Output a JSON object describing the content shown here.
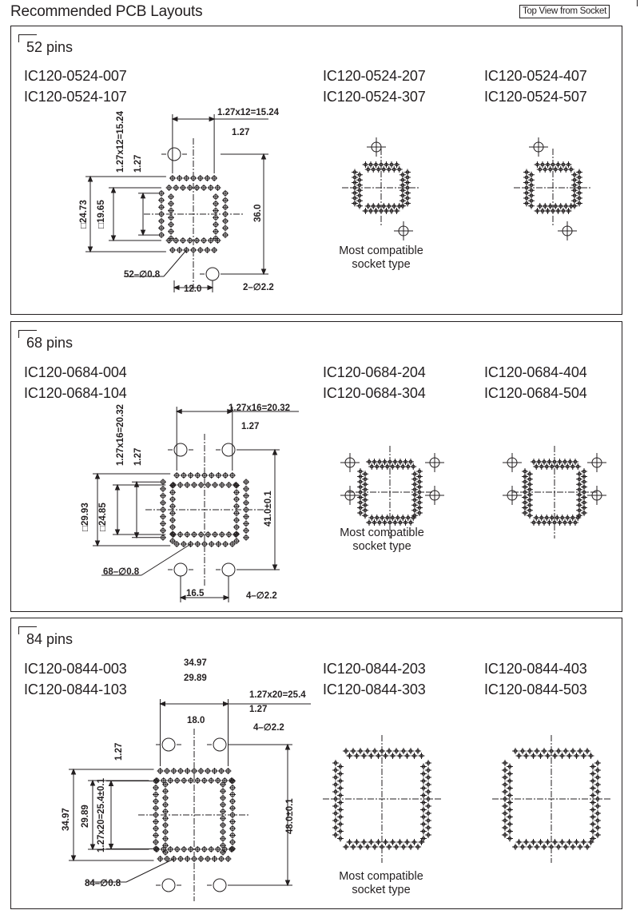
{
  "header": {
    "title": "Recommended PCB Layouts",
    "view_badge": "Top View from Socket"
  },
  "panels": [
    {
      "pins_label": "52 pins",
      "part_numbers": {
        "col1": [
          "IC120-0524-007",
          "IC120-0524-107"
        ],
        "col2": [
          "IC120-0524-207",
          "IC120-0524-307"
        ],
        "col3": [
          "IC120-0524-407",
          "IC120-0524-507"
        ]
      },
      "dimensions": {
        "pitch_total_h": "1.27x12=15.24",
        "pitch": "1.27",
        "pitch_total_v": "1.27x12=15.24",
        "pitch_v": "1.27",
        "outer_square": "□24.73",
        "inner_square": "□19.65",
        "height": "36.0",
        "width": "12.0",
        "pin_holes": "52–∅0.8",
        "mount_holes": "2–∅2.2"
      },
      "compat_label": [
        "Most compatible",
        "socket type"
      ]
    },
    {
      "pins_label": "68 pins",
      "part_numbers": {
        "col1": [
          "IC120-0684-004",
          "IC120-0684-104"
        ],
        "col2": [
          "IC120-0684-204",
          "IC120-0684-304"
        ],
        "col3": [
          "IC120-0684-404",
          "IC120-0684-504"
        ]
      },
      "dimensions": {
        "pitch_total_h": "1.27x16=20.32",
        "pitch": "1.27",
        "pitch_total_v": "1.27x16=20.32",
        "pitch_v": "1.27",
        "outer_square": "□29.93",
        "inner_square": "□24.85",
        "height": "41.0±0.1",
        "width": "16.5",
        "pin_holes": "68–∅0.8",
        "mount_holes": "4–∅2.2"
      },
      "compat_label": [
        "Most compatible",
        "socket type"
      ]
    },
    {
      "pins_label": "84 pins",
      "part_numbers": {
        "col1": [
          "IC120-0844-003",
          "IC120-0844-103"
        ],
        "col2": [
          "IC120-0844-203",
          "IC120-0844-303"
        ],
        "col3": [
          "IC120-0844-403",
          "IC120-0844-503"
        ]
      },
      "dimensions": {
        "outer_h": "34.97",
        "inner_h": "29.89",
        "pitch_total_h": "1.27x20=25.4",
        "pitch": "1.27",
        "hole_spacing": "18.0",
        "mount_holes": "4–∅2.2",
        "pitch_v": "1.27",
        "outer_v": "34.97",
        "inner_v": "29.89",
        "pitch_total_v": "1.27x20=25.4±0.1",
        "height": "48.0±0.1",
        "pin_holes": "84–∅0.8"
      },
      "compat_label": [
        "Most compatible",
        "socket type"
      ]
    }
  ]
}
